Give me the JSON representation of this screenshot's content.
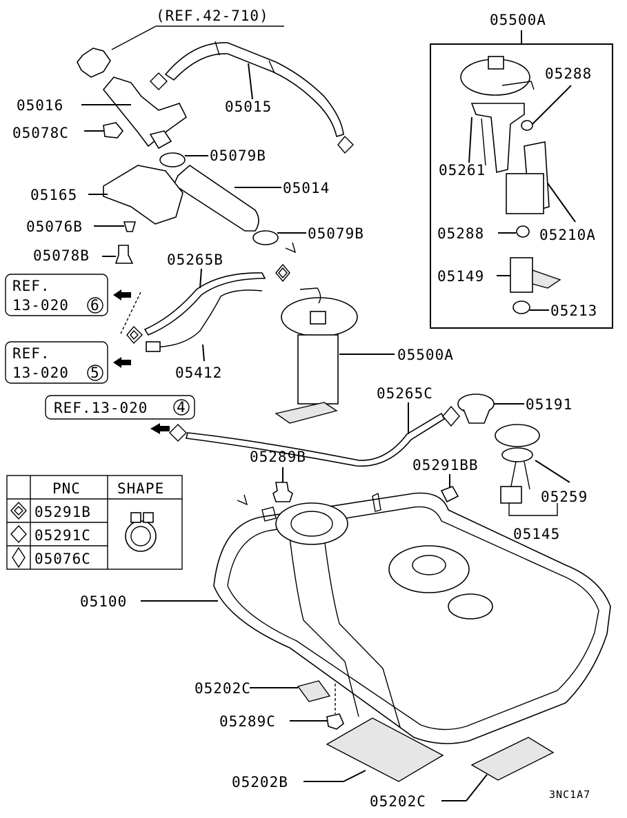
{
  "ref_top": "(REF.42-710)",
  "ref_boxes": [
    {
      "line1": "REF.",
      "line2": "13-020",
      "num": "6"
    },
    {
      "line1": "REF.",
      "line2": "13-020",
      "num": "5"
    },
    {
      "line1": "REF.13-020",
      "num": "4"
    }
  ],
  "labels": {
    "p05016": "05016",
    "p05078C": "05078C",
    "p05015": "05015",
    "p05079B_a": "05079B",
    "p05165": "05165",
    "p05014": "05014",
    "p05076B": "05076B",
    "p05079B_b": "05079B",
    "p05078B": "05078B",
    "p05265B": "05265B",
    "p05412": "05412",
    "p05500A": "05500A",
    "p05265C": "05265C",
    "p05191": "05191",
    "p05289B": "05289B",
    "p05291BB": "05291BB",
    "p05259": "05259",
    "p05145": "05145",
    "p05100": "05100",
    "p05202C_a": "05202C",
    "p05289C": "05289C",
    "p05202B": "05202B",
    "p05202C_b": "05202C",
    "inset_title": "05500A",
    "inset_05288_a": "05288",
    "inset_05261": "05261",
    "inset_05288_b": "05288",
    "inset_05210A": "05210A",
    "inset_05149": "05149",
    "inset_05213": "05213"
  },
  "legend": {
    "headers": [
      "PNC",
      "SHAPE"
    ],
    "rows": [
      {
        "symbol": "diamond-double",
        "pnc": "05291B"
      },
      {
        "symbol": "diamond",
        "pnc": "05291C"
      },
      {
        "symbol": "diamond-tall",
        "pnc": "05076C"
      }
    ]
  },
  "diagram_code": "3NC1A7"
}
